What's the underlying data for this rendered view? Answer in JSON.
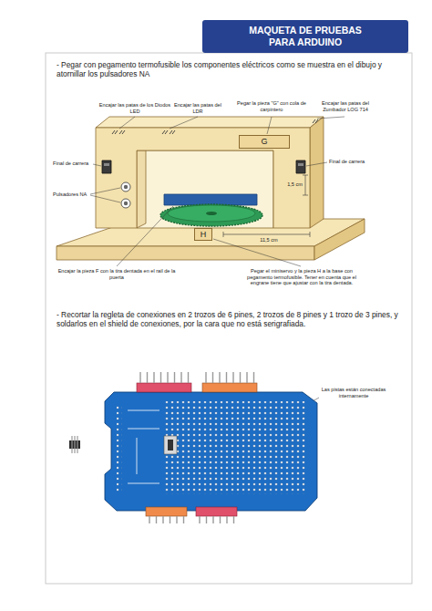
{
  "diagram": {
    "title": "MAQUETA DE PRUEBAS PARA ARDUINO",
    "nodes": [
      {
        "text": [
          "G"
        ]
      },
      {
        "text": [
          "H"
        ]
      }
    ],
    "labels": [
      "- Pegar con pegamento termofusible los componentes eléctricos como se muestra en el dibujo y atornillar los pulsadores NA",
      "Encajar las patas de los Diodos LED",
      "Encajar las patas del LDR",
      "Pegar la pieza \"G\" con cola de carpintero",
      "Encajar las patas del Zumbador LOG 714",
      "Final de carrera",
      "Pulsadores NA",
      "Final de carrera",
      "1,5 cm",
      "11,5 cm",
      "Encajar la pieza F con la tira dentada en el rail de la puerta",
      "Pegar el miniservo y la pieza H a la base con pegamento termofusible. Tener en cuenta que el engrane tiene que ajustar con la tira dentada.",
      "- Recortar la regleta de conexiones en 2 trozos de 6 pines, 2 trozos de 8 pines y 1 trozo de 3 pines, y soldarlos en el shield de conexiones, por la cara que no está serigrafiada.",
      "Las pistas están conectadas internamente"
    ]
  }
}
